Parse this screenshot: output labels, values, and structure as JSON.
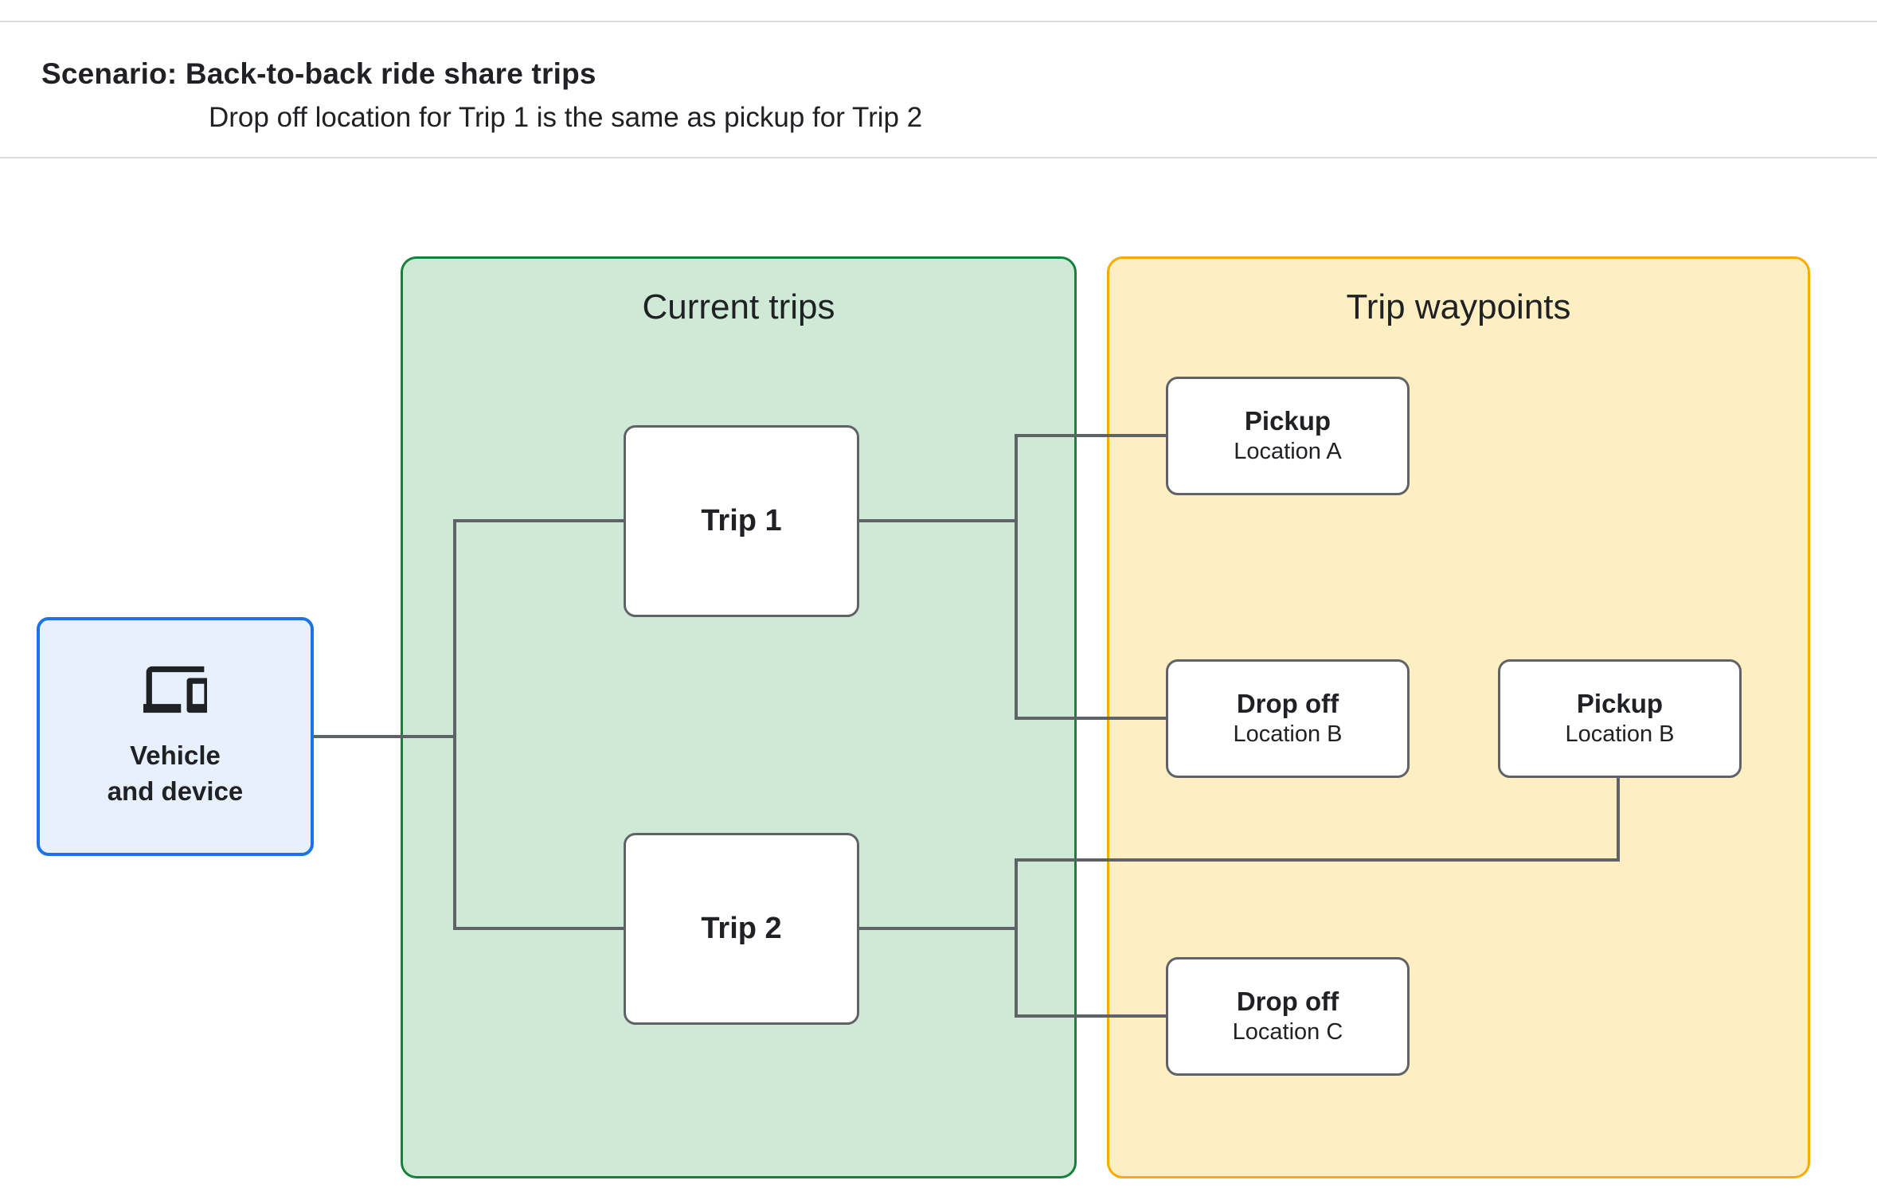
{
  "header": {
    "title": "Scenario: Back-to-back ride share trips",
    "subtitle": "Drop off  location for Trip 1 is the same as pickup for Trip 2"
  },
  "vehicle": {
    "icon": "devices-icon",
    "label_line1": "Vehicle",
    "label_line2": "and device"
  },
  "current_trips": {
    "title": "Current trips",
    "trips": [
      {
        "label": "Trip 1"
      },
      {
        "label": "Trip 2"
      }
    ]
  },
  "trip_waypoints": {
    "title": "Trip waypoints",
    "waypoints": [
      {
        "type": "Pickup",
        "location": "Location A"
      },
      {
        "type": "Drop off",
        "location": "Location B"
      },
      {
        "type": "Pickup",
        "location": "Location B"
      },
      {
        "type": "Drop off",
        "location": "Location C"
      }
    ]
  },
  "colors": {
    "vehicle_fill": "#e8f0fe",
    "vehicle_border": "#1a73e8",
    "current_trips_fill": "#ceead6",
    "current_trips_border": "#188038",
    "waypoints_fill": "#feefc3",
    "waypoints_border": "#f9ab00",
    "node_border": "#5f6368",
    "connector": "#5f6368",
    "text": "#202124",
    "divider": "#dadce0"
  }
}
